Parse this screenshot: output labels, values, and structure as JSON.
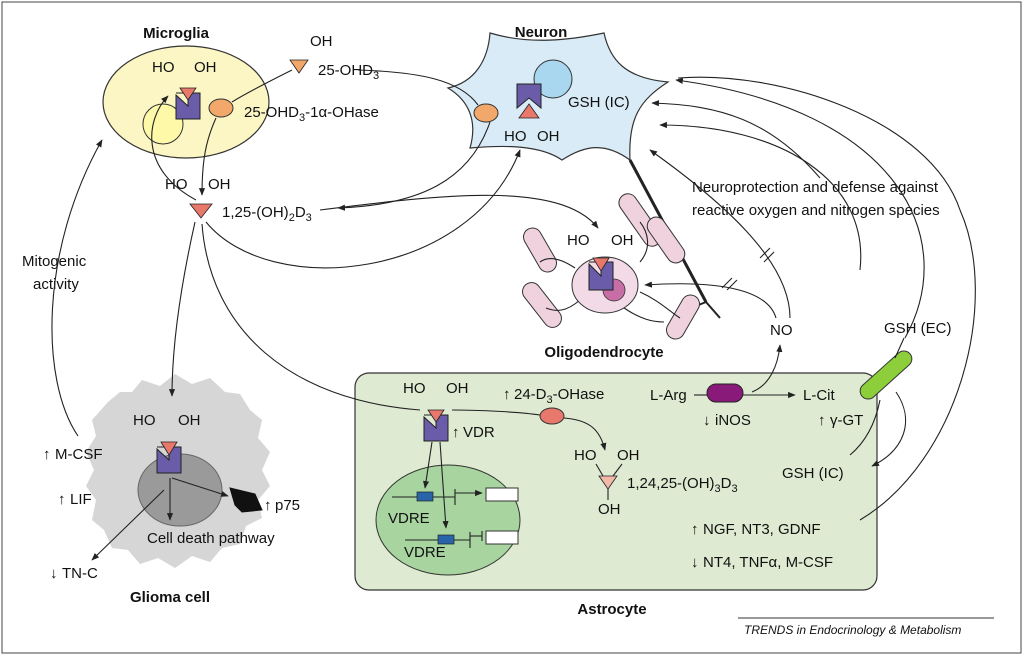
{
  "labels": {
    "microglia": "Microglia",
    "neuron": "Neuron",
    "oligodendrocyte": "Oligodendrocyte",
    "astrocyte": "Astrocyte",
    "glioma_cell": "Glioma cell",
    "ho": "HO",
    "oh": "OH",
    "calcidiol_base": "25-OHD",
    "calcidiol_sub": "3",
    "hydroxylase_base": "25-OHD",
    "hydroxylase_sub": "3",
    "hydroxylase_rest": "-1α-OHase",
    "calcitriol_base": "1,25-(OH)",
    "calcitriol_sub1": "2",
    "calcitriol_mid": "D",
    "calcitriol_sub2": "3",
    "trihydroxy_base": "1,24,25-(OH)",
    "trihydroxy_sub1": "3",
    "trihydroxy_mid": "D",
    "trihydroxy_sub2": "3",
    "gsh_ic_neuron": "GSH (IC)",
    "gsh_ic_astro": "GSH (IC)",
    "gsh_ec": "GSH (EC)",
    "neuroprotection_line1": "Neuroprotection and defense against",
    "neuroprotection_line2": "reactive oxygen and nitrogen species",
    "mitogenic_line1": "Mitogenic",
    "mitogenic_line2": "activity",
    "no": "NO",
    "l_arg": "L-Arg",
    "l_cit": "L-Cit",
    "inos": "iNOS",
    "gamma_gt": "γ-GT",
    "vdr": "VDR",
    "vdre_1": "VDRE",
    "vdre_2": "VDRE",
    "hydroxylase24_base": "24-D",
    "hydroxylase24_sub": "3",
    "hydroxylase24_rest": "-OHase",
    "ngf": "NGF, NT3, GDNF",
    "nt4": "NT4, TNFα, M-CSF",
    "m_csf": "M-CSF",
    "lif": "LIF",
    "tn_c": "TN-C",
    "p75": "p75",
    "cell_death": "Cell death pathway",
    "journal": "TRENDS in Endocrinology & Metabolism"
  },
  "colors": {
    "microglia_fill": "#fbf6c4",
    "neuron_fill": "#d8ebf6",
    "astrocyte_fill": "#deebd2",
    "nucleus_fill": "#a8d4a0",
    "oligo_nucleus_fill": "#f2dbe6",
    "myelin_fill": "#f0d2de",
    "glioma_fill": "#d6d6d6",
    "receptor_fill": "#6a5ca8",
    "ligand_fill": "#e8786c",
    "enzyme_fill": "#f2a86a",
    "inos_fill": "#8a1a7a",
    "ggt_fill": "#8dcf3a",
    "vdre_fill": "#2a64a8"
  }
}
